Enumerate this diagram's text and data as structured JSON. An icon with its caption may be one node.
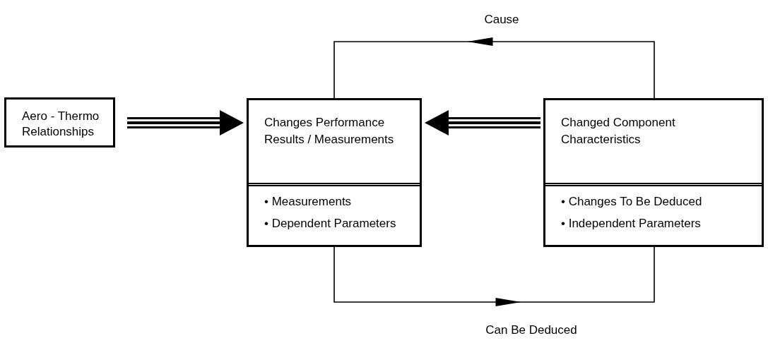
{
  "diagram": {
    "nodes": [
      {
        "text": [
          "Aero - Thermo Relationships"
        ]
      },
      {
        "text": [
          "Changes Performance Results / Measurements",
          "• Measurements",
          "• Dependent Parameters"
        ]
      },
      {
        "text": [
          "Changed Component Characteristics",
          "• Changes To Be Deduced",
          "• Independent Parameters"
        ]
      }
    ],
    "edges": [
      {
        "from": 0,
        "to": 1,
        "arrow": "to",
        "style": "thick"
      },
      {
        "from": 2,
        "to": 1,
        "arrow": "to",
        "style": "thick"
      },
      {
        "from": 2,
        "to": 1,
        "arrow": "to",
        "label": "Cause"
      },
      {
        "from": 1,
        "to": 2,
        "arrow": "to",
        "label": "Can Be Deduced"
      }
    ]
  }
}
